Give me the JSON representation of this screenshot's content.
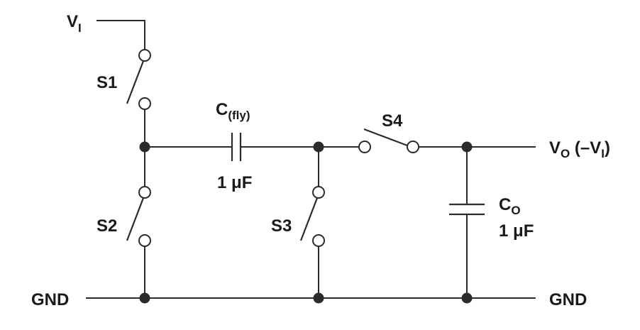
{
  "diagram": {
    "input_label": {
      "main": "V",
      "sub": "I"
    },
    "output_label": {
      "main": "V",
      "sub": "O",
      "rest_open": " (–V",
      "rest_sub": "I",
      "rest_close": ")"
    },
    "switches": {
      "s1": "S1",
      "s2": "S2",
      "s3": "S3",
      "s4": "S4"
    },
    "flying_capacitor": {
      "main": "C",
      "sub": "(fly)",
      "value": "1 μF"
    },
    "output_capacitor": {
      "main": "C",
      "sub": "O",
      "value": "1 μF"
    },
    "ground_left": "GND",
    "ground_right": "GND"
  }
}
